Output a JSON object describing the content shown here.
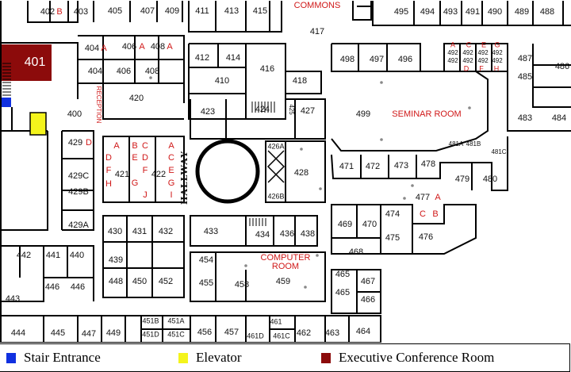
{
  "colors": {
    "stair": "#1030e0",
    "elevator": "#f4f41c",
    "conference": "#8c0b0b",
    "label_red": "#d01818",
    "wall": "#000000"
  },
  "legend": [
    {
      "key": "stair",
      "label": "Stair Entrance"
    },
    {
      "key": "elevator",
      "label": "Elevator"
    },
    {
      "key": "conference",
      "label": "Executive Conference Room"
    }
  ],
  "zones": {
    "commons": "COMMONS",
    "seminar": "SEMINAR ROOM",
    "computer_line1": "COMPUTER",
    "computer_line2": "ROOM",
    "hallway": "HALLWAY",
    "reception": "RECEPTION"
  },
  "rooms": [
    {
      "id": "402",
      "label": "402"
    },
    {
      "id": "402B",
      "label": "B"
    },
    {
      "id": "403",
      "label": "403"
    },
    {
      "id": "405",
      "label": "405"
    },
    {
      "id": "407",
      "label": "407"
    },
    {
      "id": "409",
      "label": "409"
    },
    {
      "id": "411",
      "label": "411"
    },
    {
      "id": "413",
      "label": "413"
    },
    {
      "id": "415",
      "label": "415"
    },
    {
      "id": "417",
      "label": "417"
    },
    {
      "id": "495",
      "label": "495"
    },
    {
      "id": "494",
      "label": "494"
    },
    {
      "id": "493",
      "label": "493"
    },
    {
      "id": "491",
      "label": "491"
    },
    {
      "id": "490",
      "label": "490"
    },
    {
      "id": "489",
      "label": "489"
    },
    {
      "id": "488",
      "label": "488"
    },
    {
      "id": "401",
      "label": "401"
    },
    {
      "id": "404",
      "label": "404"
    },
    {
      "id": "404A",
      "label": "A"
    },
    {
      "id": "406",
      "label": "406"
    },
    {
      "id": "406A",
      "label": "A"
    },
    {
      "id": "408",
      "label": "408"
    },
    {
      "id": "408A",
      "label": "A"
    },
    {
      "id": "404b",
      "label": "404"
    },
    {
      "id": "406b",
      "label": "406"
    },
    {
      "id": "408b",
      "label": "408"
    },
    {
      "id": "420",
      "label": "420"
    },
    {
      "id": "412",
      "label": "412"
    },
    {
      "id": "414",
      "label": "414"
    },
    {
      "id": "416",
      "label": "416"
    },
    {
      "id": "410",
      "label": "410"
    },
    {
      "id": "418",
      "label": "418"
    },
    {
      "id": "498",
      "label": "498"
    },
    {
      "id": "497",
      "label": "497"
    },
    {
      "id": "496",
      "label": "496"
    },
    {
      "id": "487",
      "label": "487"
    },
    {
      "id": "486",
      "label": "486"
    },
    {
      "id": "485",
      "label": "485"
    },
    {
      "id": "400",
      "label": "400"
    },
    {
      "id": "423",
      "label": "423"
    },
    {
      "id": "424",
      "label": "424"
    },
    {
      "id": "427",
      "label": "427"
    },
    {
      "id": "499",
      "label": "499"
    },
    {
      "id": "483",
      "label": "483"
    },
    {
      "id": "484",
      "label": "484"
    },
    {
      "id": "429",
      "label": "429"
    },
    {
      "id": "429D",
      "label": "D"
    },
    {
      "id": "421",
      "label": "421"
    },
    {
      "id": "422",
      "label": "422"
    },
    {
      "id": "428",
      "label": "428"
    },
    {
      "id": "471",
      "label": "471"
    },
    {
      "id": "472",
      "label": "472"
    },
    {
      "id": "473",
      "label": "473"
    },
    {
      "id": "478",
      "label": "478"
    },
    {
      "id": "479",
      "label": "479"
    },
    {
      "id": "480",
      "label": "480"
    },
    {
      "id": "429C",
      "label": "429C"
    },
    {
      "id": "429B",
      "label": "429B"
    },
    {
      "id": "429A",
      "label": "429A"
    },
    {
      "id": "477",
      "label": "477"
    },
    {
      "id": "477A",
      "label": "A"
    },
    {
      "id": "477B",
      "label": "B"
    },
    {
      "id": "477C",
      "label": "C"
    },
    {
      "id": "469",
      "label": "469"
    },
    {
      "id": "470",
      "label": "470"
    },
    {
      "id": "474",
      "label": "474"
    },
    {
      "id": "475",
      "label": "475"
    },
    {
      "id": "476",
      "label": "476"
    },
    {
      "id": "430",
      "label": "430"
    },
    {
      "id": "431",
      "label": "431"
    },
    {
      "id": "432",
      "label": "432"
    },
    {
      "id": "433",
      "label": "433"
    },
    {
      "id": "434",
      "label": "434"
    },
    {
      "id": "436",
      "label": "436"
    },
    {
      "id": "438",
      "label": "438"
    },
    {
      "id": "468",
      "label": "468"
    },
    {
      "id": "442",
      "label": "442"
    },
    {
      "id": "441",
      "label": "441"
    },
    {
      "id": "440",
      "label": "440"
    },
    {
      "id": "439",
      "label": "439"
    },
    {
      "id": "454",
      "label": "454"
    },
    {
      "id": "448",
      "label": "448"
    },
    {
      "id": "450",
      "label": "450"
    },
    {
      "id": "452",
      "label": "452"
    },
    {
      "id": "455",
      "label": "455"
    },
    {
      "id": "458",
      "label": "458"
    },
    {
      "id": "459",
      "label": "459"
    },
    {
      "id": "467",
      "label": "467"
    },
    {
      "id": "466",
      "label": "466"
    },
    {
      "id": "465A",
      "label": "465"
    },
    {
      "id": "465B",
      "label": "465"
    },
    {
      "id": "446A",
      "label": "446"
    },
    {
      "id": "446B",
      "label": "446"
    },
    {
      "id": "443",
      "label": "443"
    },
    {
      "id": "444",
      "label": "444"
    },
    {
      "id": "445",
      "label": "445"
    },
    {
      "id": "447",
      "label": "447"
    },
    {
      "id": "449",
      "label": "449"
    },
    {
      "id": "451B",
      "label": "451B"
    },
    {
      "id": "451A",
      "label": "451A"
    },
    {
      "id": "451D",
      "label": "451D"
    },
    {
      "id": "451C",
      "label": "451C"
    },
    {
      "id": "456",
      "label": "456"
    },
    {
      "id": "457",
      "label": "457"
    },
    {
      "id": "461A",
      "label": "461"
    },
    {
      "id": "461D",
      "label": "461D"
    },
    {
      "id": "461C",
      "label": "461C"
    },
    {
      "id": "462",
      "label": "462"
    },
    {
      "id": "463",
      "label": "463"
    },
    {
      "id": "464",
      "label": "464"
    },
    {
      "id": "426A",
      "label": "426A"
    },
    {
      "id": "426B",
      "label": "426B"
    },
    {
      "id": "425",
      "label": "425"
    }
  ],
  "suite_letters_421": [
    "A",
    "B",
    "C",
    "D",
    "E",
    "F",
    "G",
    "H",
    "I",
    "J"
  ],
  "suite_492": {
    "top": [
      "A",
      "C",
      "E",
      "G"
    ],
    "num": "492",
    "bottom": [
      "D",
      "F",
      "H"
    ]
  },
  "suite_481": {
    "A": "481A",
    "B": "481B",
    "C": "481C"
  }
}
